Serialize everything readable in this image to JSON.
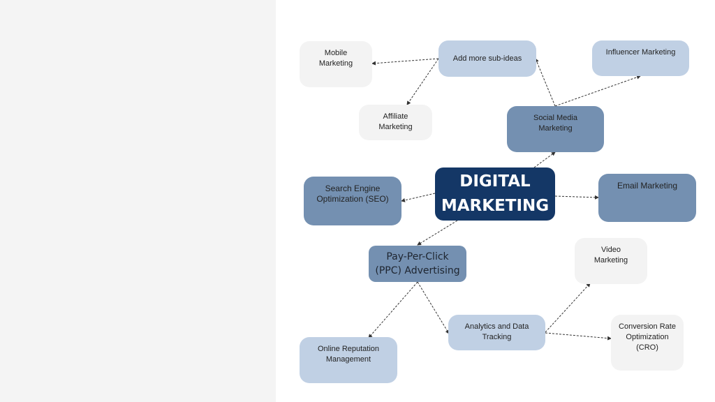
{
  "diagram": {
    "center": "DIGITAL\nMARKETING",
    "nodes": {
      "social_media": "Social Media\nMarketing",
      "add_sub_ideas": "Add more sub-ideas",
      "influencer": "Influencer Marketing",
      "mobile": "Mobile\nMarketing",
      "affiliate": "Affiliate\nMarketing",
      "seo": "Search Engine\nOptimization (SEO)",
      "email": "Email Marketing",
      "ppc": "Pay-Per-Click\n(PPC) Advertising",
      "analytics": "Analytics and Data\nTracking",
      "video": "Video\nMarketing",
      "cro": "Conversion Rate\nOptimization\n(CRO)",
      "reputation": "Online Reputation\nManagement"
    },
    "colors": {
      "center": "#143766",
      "mid_blue": "#7490b1",
      "light_blue": "#c0d0e4",
      "pale_gray": "#f3f3f3",
      "left_panel": "#f4f4f4",
      "connector": "#333333"
    }
  }
}
